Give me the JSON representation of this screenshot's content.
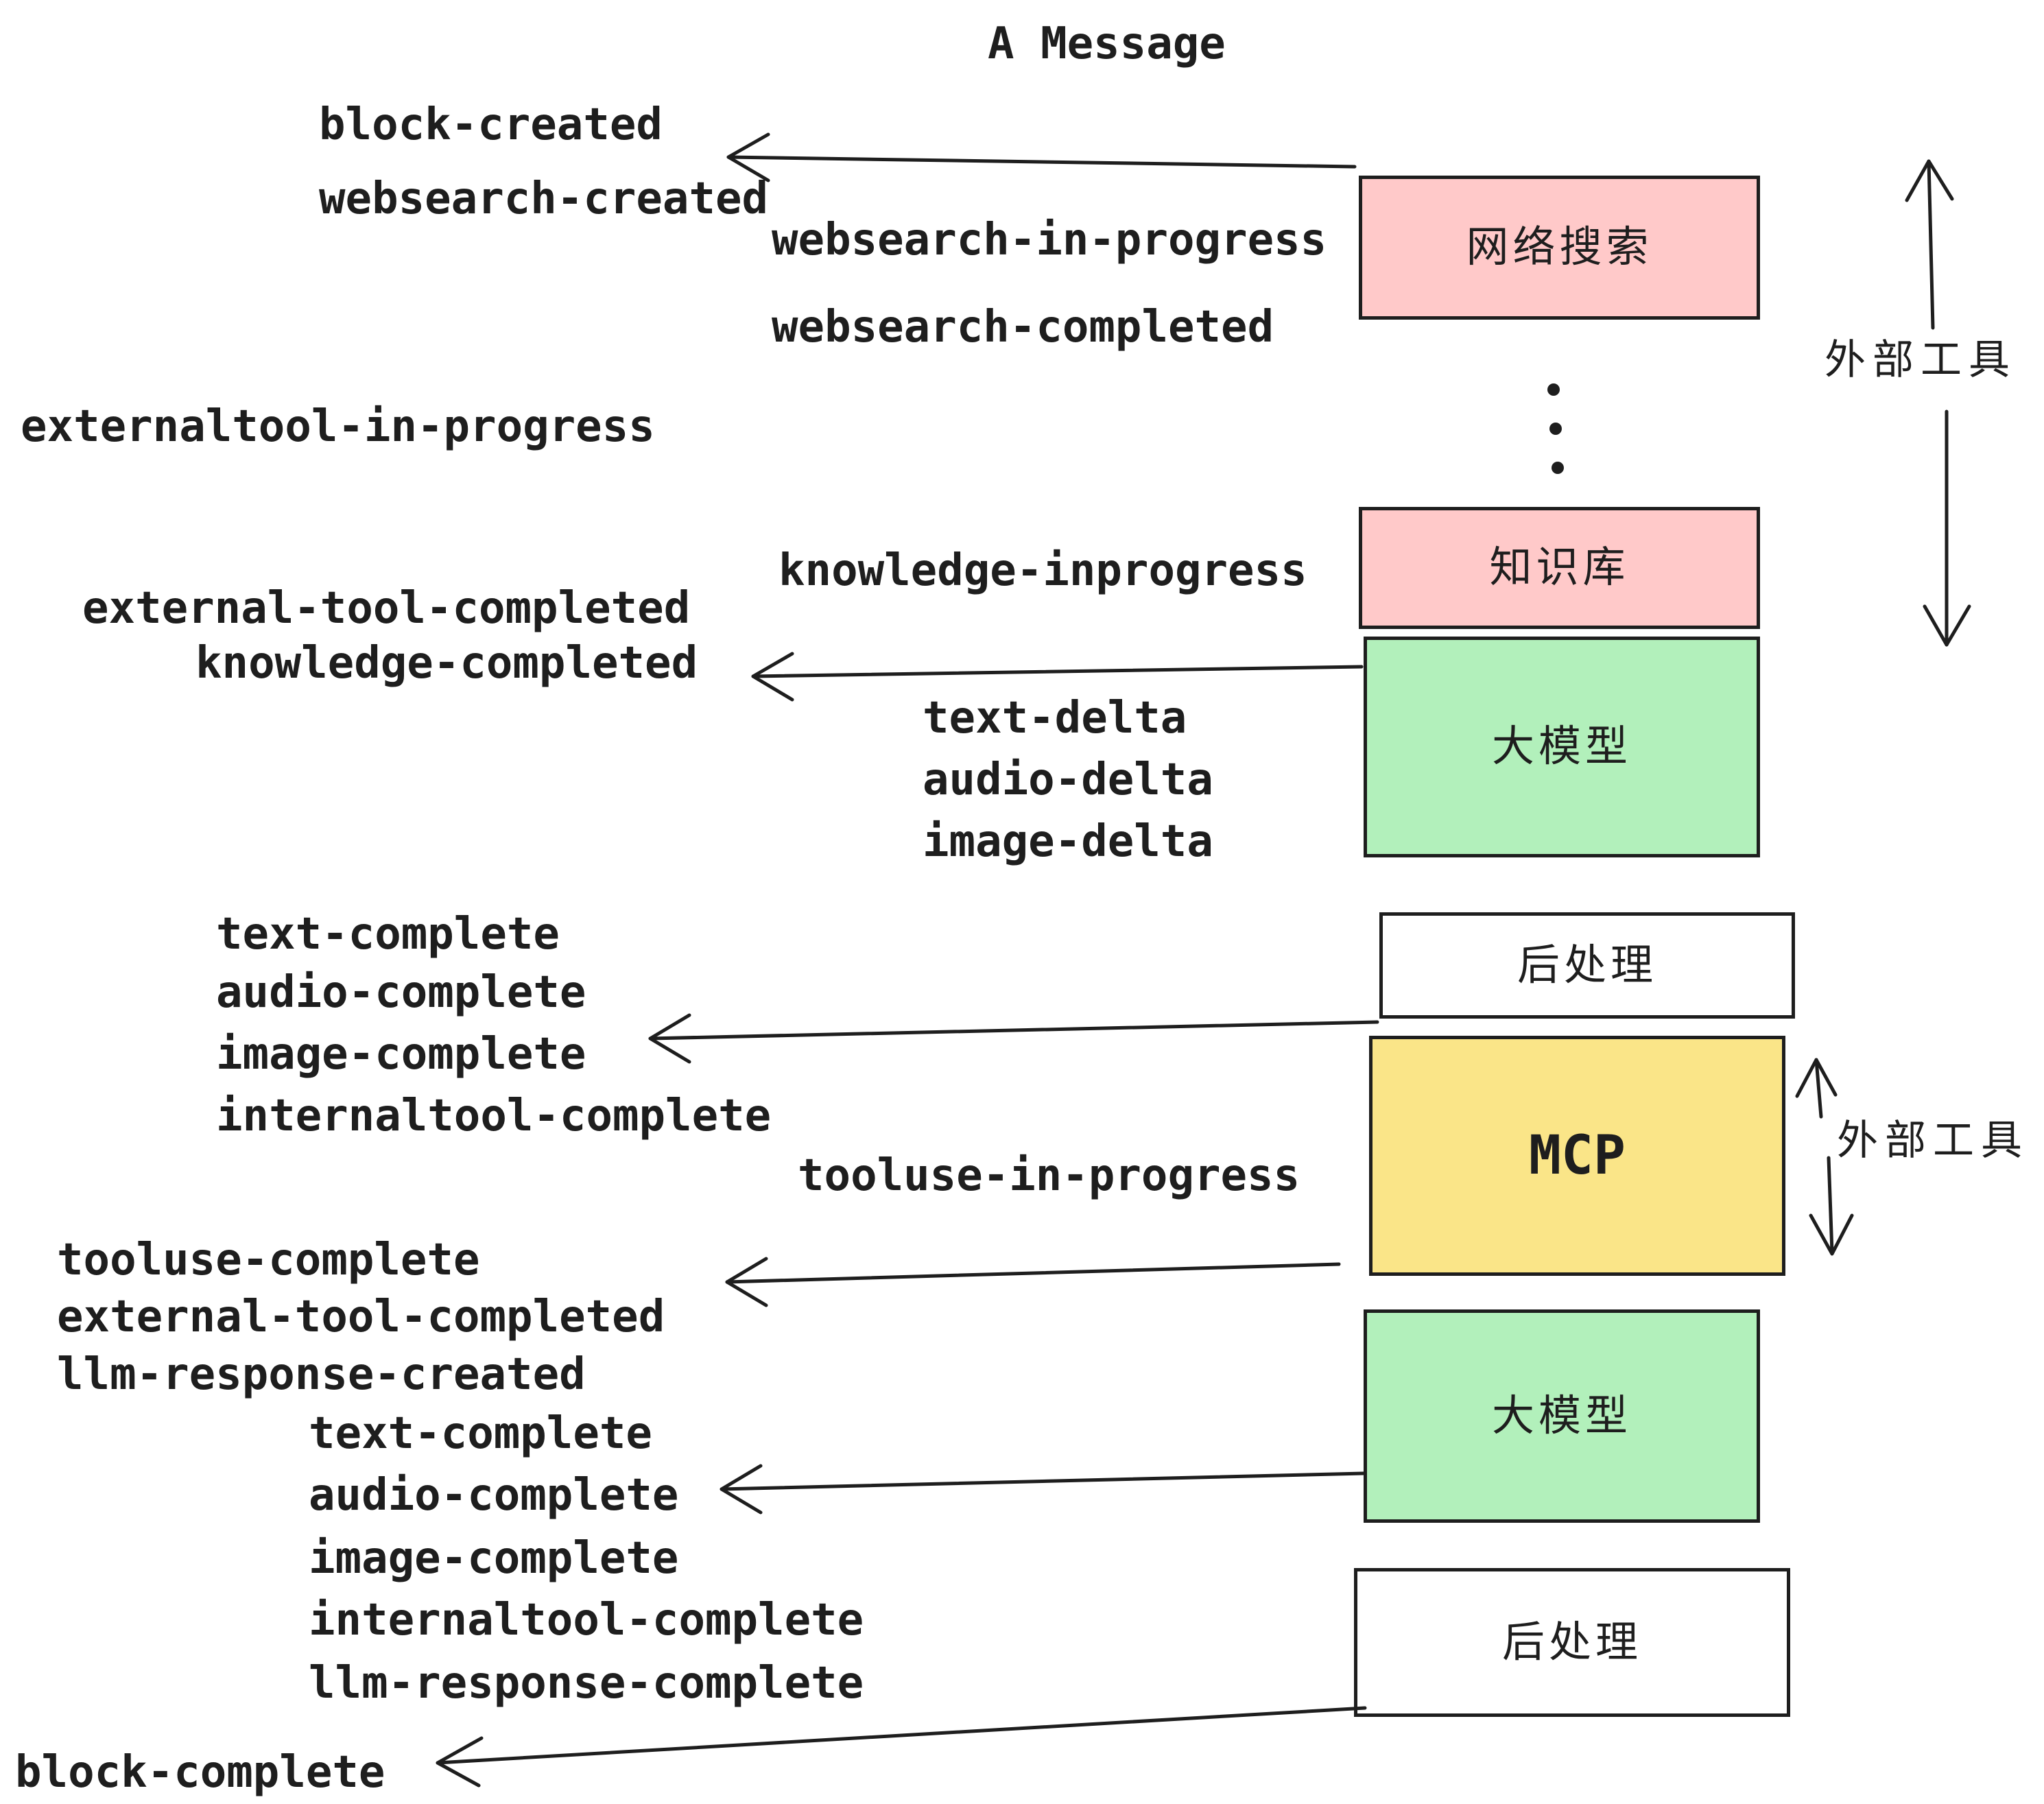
{
  "title": "A Message",
  "colors": {
    "pink": "#FFC9C9",
    "green": "#B2F0BB",
    "yellow": "#FAE588",
    "white": "#FFFFFF",
    "stroke": "#1e1e1e",
    "background": "#ffffff"
  },
  "boxes": [
    {
      "label": "网络搜索",
      "color": "#FFC9C9"
    },
    {
      "label": "知识库",
      "color": "#FFC9C9"
    },
    {
      "label": "大模型",
      "color": "#B2F0BB"
    },
    {
      "label": "后处理",
      "color": "#FFFFFF"
    },
    {
      "label": "MCP",
      "color": "#FAE588"
    },
    {
      "label": "大模型",
      "color": "#B2F0BB"
    },
    {
      "label": "后处理",
      "color": "#FFFFFF"
    }
  ],
  "side_labels": [
    {
      "label": "外部工具"
    },
    {
      "label": "外部工具"
    }
  ],
  "events": [
    {
      "label": "block-created"
    },
    {
      "label": "websearch-created"
    },
    {
      "label": "websearch-in-progress"
    },
    {
      "label": "websearch-completed"
    },
    {
      "label": "externaltool-in-progress"
    },
    {
      "label": "knowledge-inprogress"
    },
    {
      "label": "external-tool-completed"
    },
    {
      "label": "knowledge-completed"
    },
    {
      "label": "text-delta"
    },
    {
      "label": "audio-delta"
    },
    {
      "label": "image-delta"
    },
    {
      "label": "text-complete"
    },
    {
      "label": "audio-complete"
    },
    {
      "label": "image-complete"
    },
    {
      "label": "internaltool-complete"
    },
    {
      "label": "tooluse-in-progress"
    },
    {
      "label": "tooluse-complete"
    },
    {
      "label": "external-tool-completed"
    },
    {
      "label": "llm-response-created"
    },
    {
      "label": "text-complete"
    },
    {
      "label": "audio-complete"
    },
    {
      "label": "image-complete"
    },
    {
      "label": "internaltool-complete"
    },
    {
      "label": "llm-response-complete"
    },
    {
      "label": "block-complete"
    }
  ]
}
